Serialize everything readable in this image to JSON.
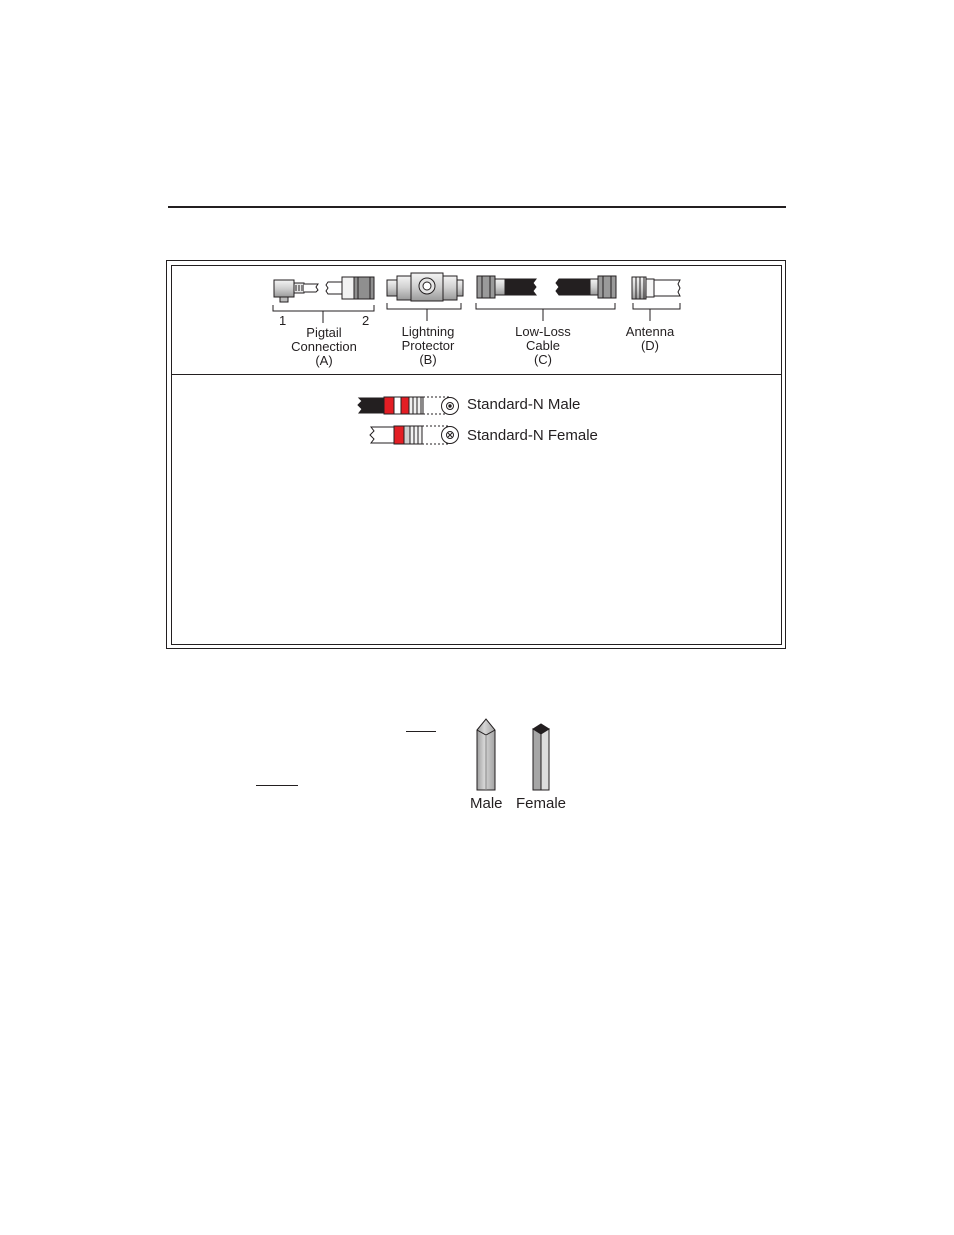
{
  "components": {
    "pigtail": {
      "line1": "Pigtail",
      "line2": "Connection",
      "line3": "(A)",
      "end1": "1",
      "end2": "2"
    },
    "lightning": {
      "line1": "Lightning",
      "line2": "Protector",
      "line3": "(B)"
    },
    "cable": {
      "line1": "Low-Loss",
      "line2": "Cable",
      "line3": "(C)"
    },
    "antenna": {
      "line1": "Antenna",
      "line2": "(D)"
    }
  },
  "legend": {
    "male": "Standard-N Male",
    "female": "Standard-N Female"
  },
  "pins": {
    "male": "Male",
    "female": "Female"
  },
  "colors": {
    "ink": "#231f20",
    "connector_red": "#e31e24",
    "metal_gray": "#bcbcbc",
    "cable_black": "#231f20"
  }
}
